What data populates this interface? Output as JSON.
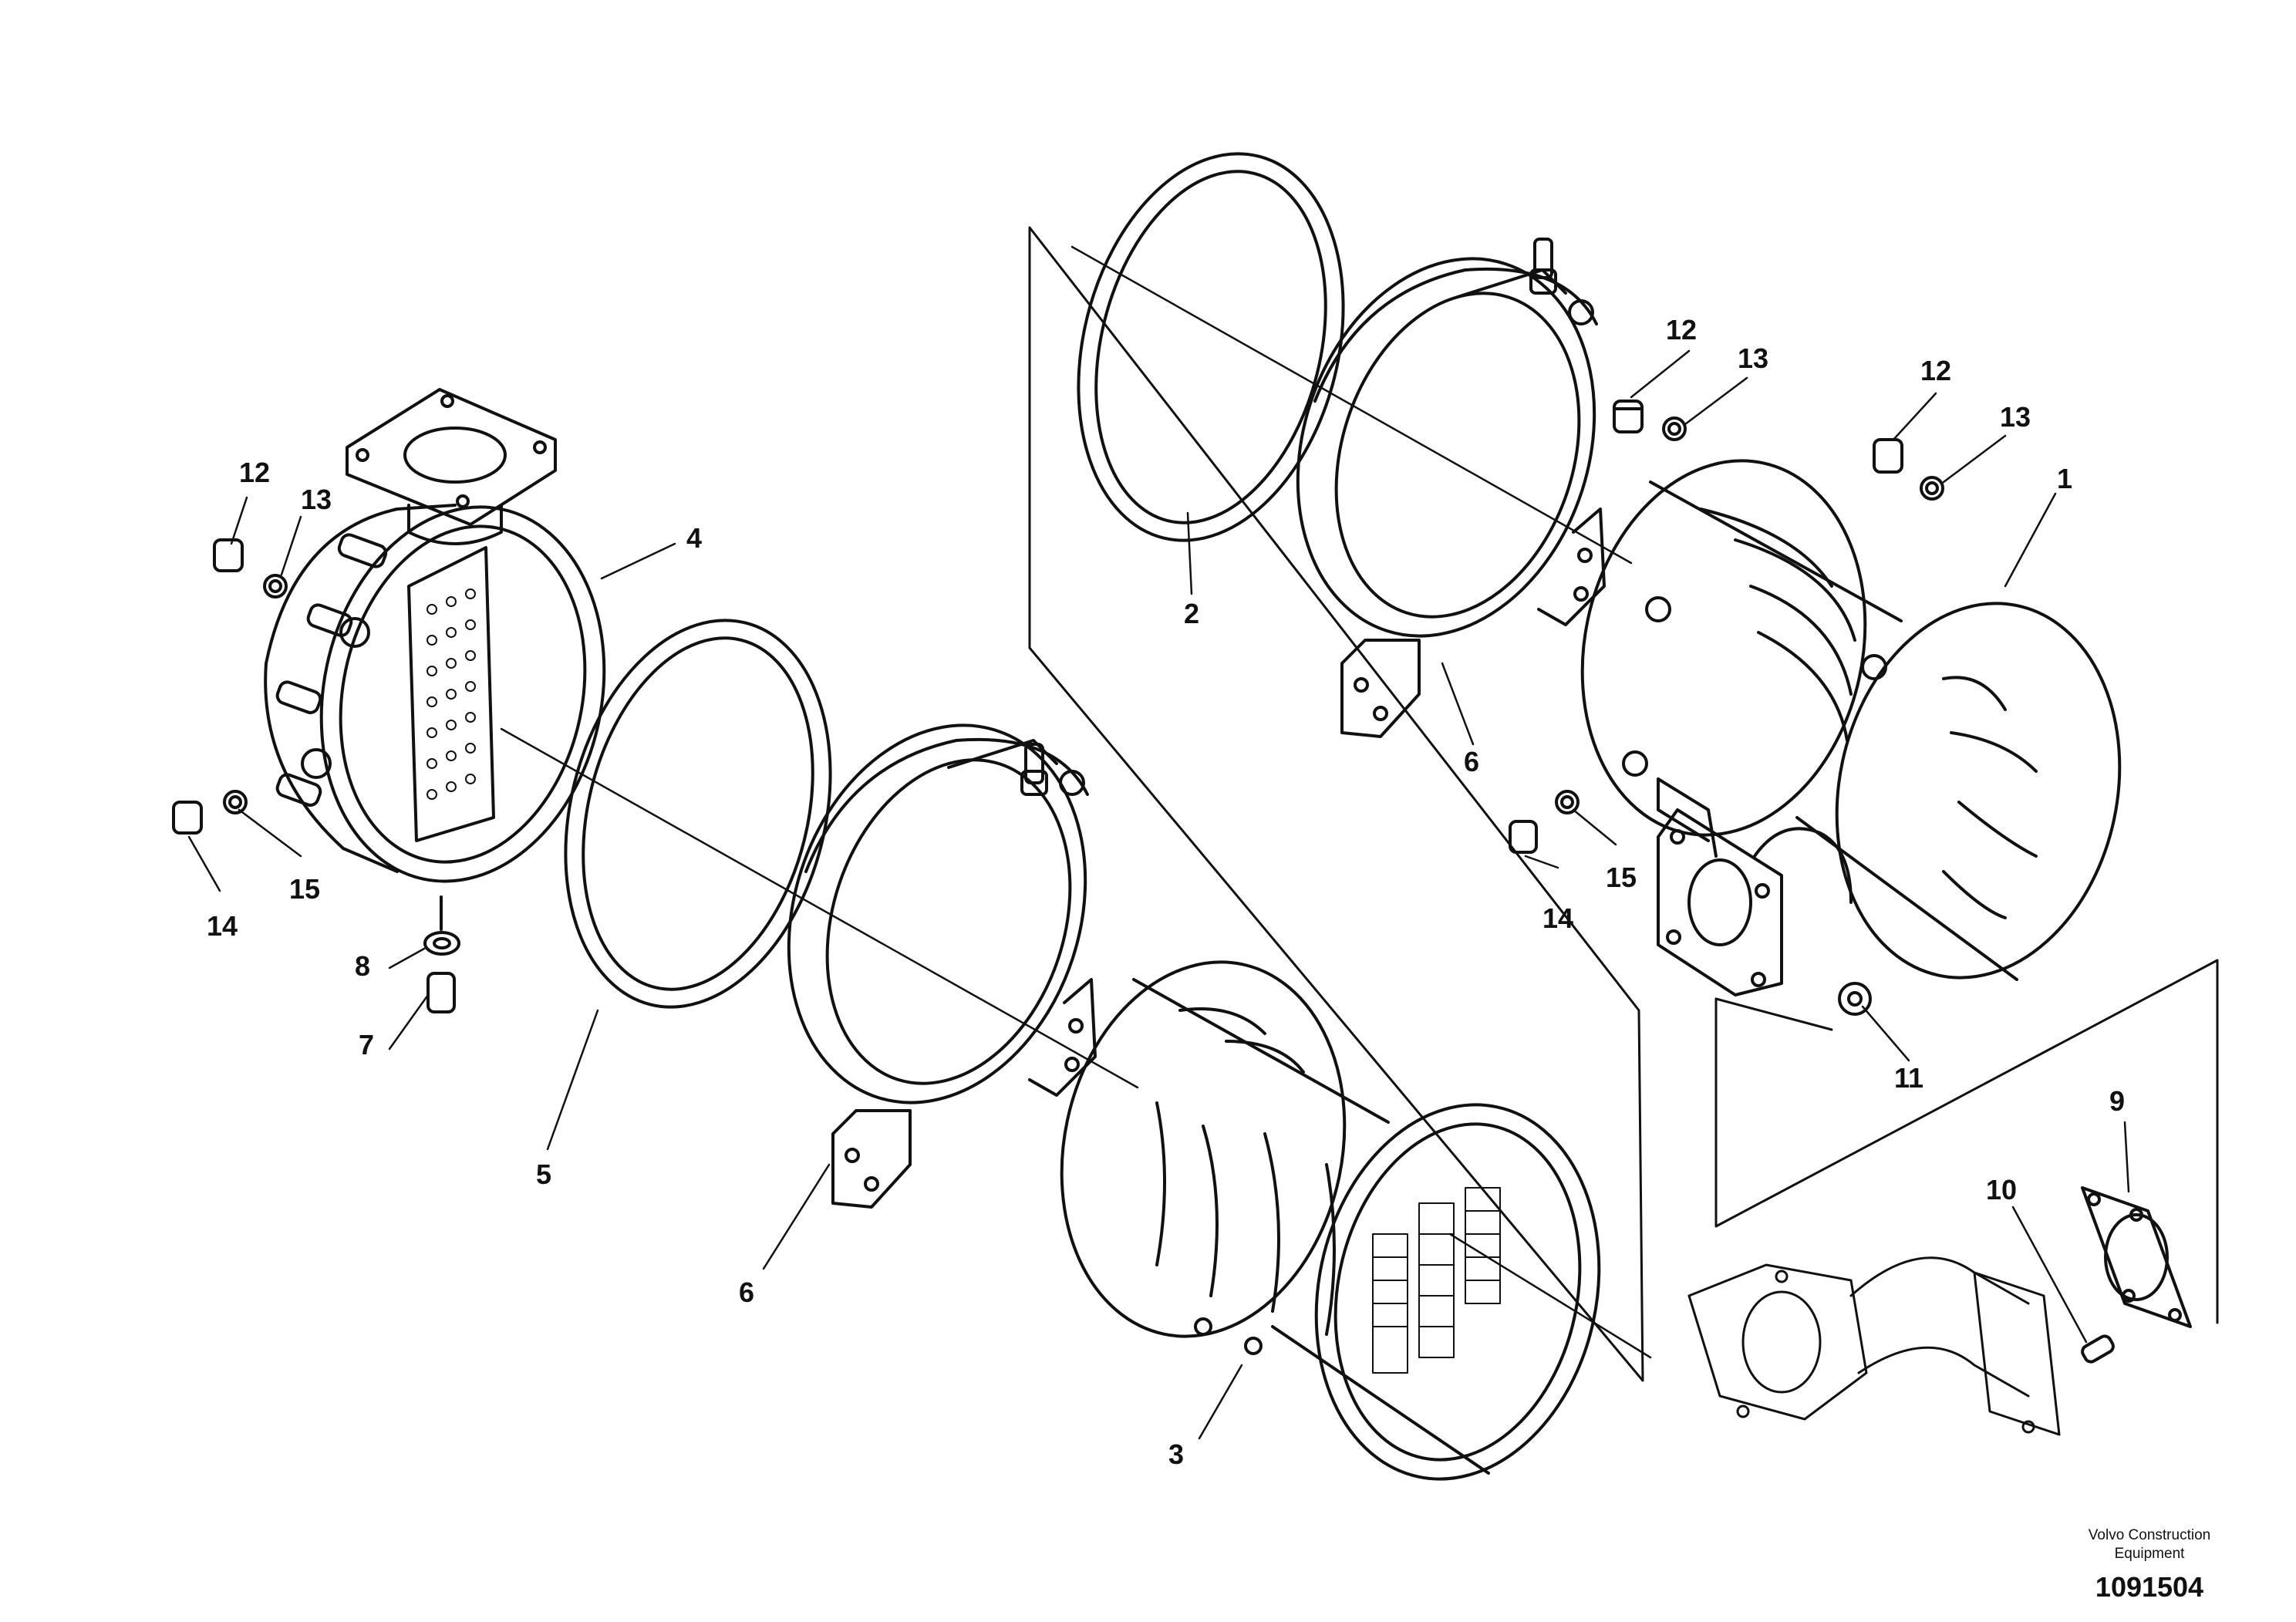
{
  "callouts": {
    "c1": "1",
    "c2": "2",
    "c3": "3",
    "c4": "4",
    "c5": "5",
    "c6a": "6",
    "c6b": "6",
    "c7": "7",
    "c8": "8",
    "c9": "9",
    "c10": "10",
    "c11": "11",
    "c12a": "12",
    "c12b": "12",
    "c12c": "12",
    "c13a": "13",
    "c13b": "13",
    "c13c": "13",
    "c14a": "14",
    "c14b": "14",
    "c15a": "15",
    "c15b": "15"
  },
  "footer": {
    "publisher_line1": "Volvo Construction",
    "publisher_line2": "Equipment",
    "document_number": "1091504"
  },
  "colors": {
    "ink": "#111111",
    "background": "#ffffff"
  }
}
